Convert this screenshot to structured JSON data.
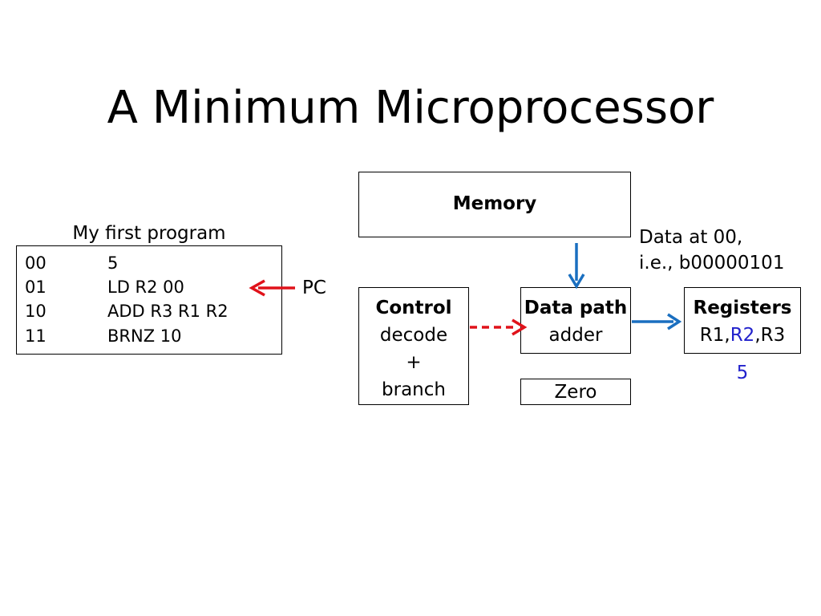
{
  "title": "A Minimum Microprocessor",
  "program": {
    "caption": "My first program",
    "rows": [
      {
        "addr": "00",
        "instr": "5"
      },
      {
        "addr": "01",
        "instr": "LD R2 00"
      },
      {
        "addr": "10",
        "instr": "ADD R3 R1 R2"
      },
      {
        "addr": "11",
        "instr": "BRNZ 10"
      }
    ]
  },
  "pc_label": "PC",
  "memory": {
    "label": "Memory"
  },
  "data_note": {
    "line1": "Data at 00,",
    "line2": "i.e., b00000101"
  },
  "control": {
    "title": "Control",
    "line1": "decode",
    "line2": "+",
    "line3": "branch"
  },
  "datapath": {
    "title": "Data path",
    "line1": "adder"
  },
  "zero": {
    "label": "Zero"
  },
  "registers": {
    "title": "Registers",
    "r1": "R1,",
    "r2": "R2",
    "r3": ",R3",
    "r2_value": "5"
  },
  "colors": {
    "pc_arrow": "#e0121a",
    "control_arrow": "#e0121a",
    "memory_arrow": "#1a6fc0",
    "register_arrow": "#1a6fc0",
    "highlight": "#2222cc"
  }
}
